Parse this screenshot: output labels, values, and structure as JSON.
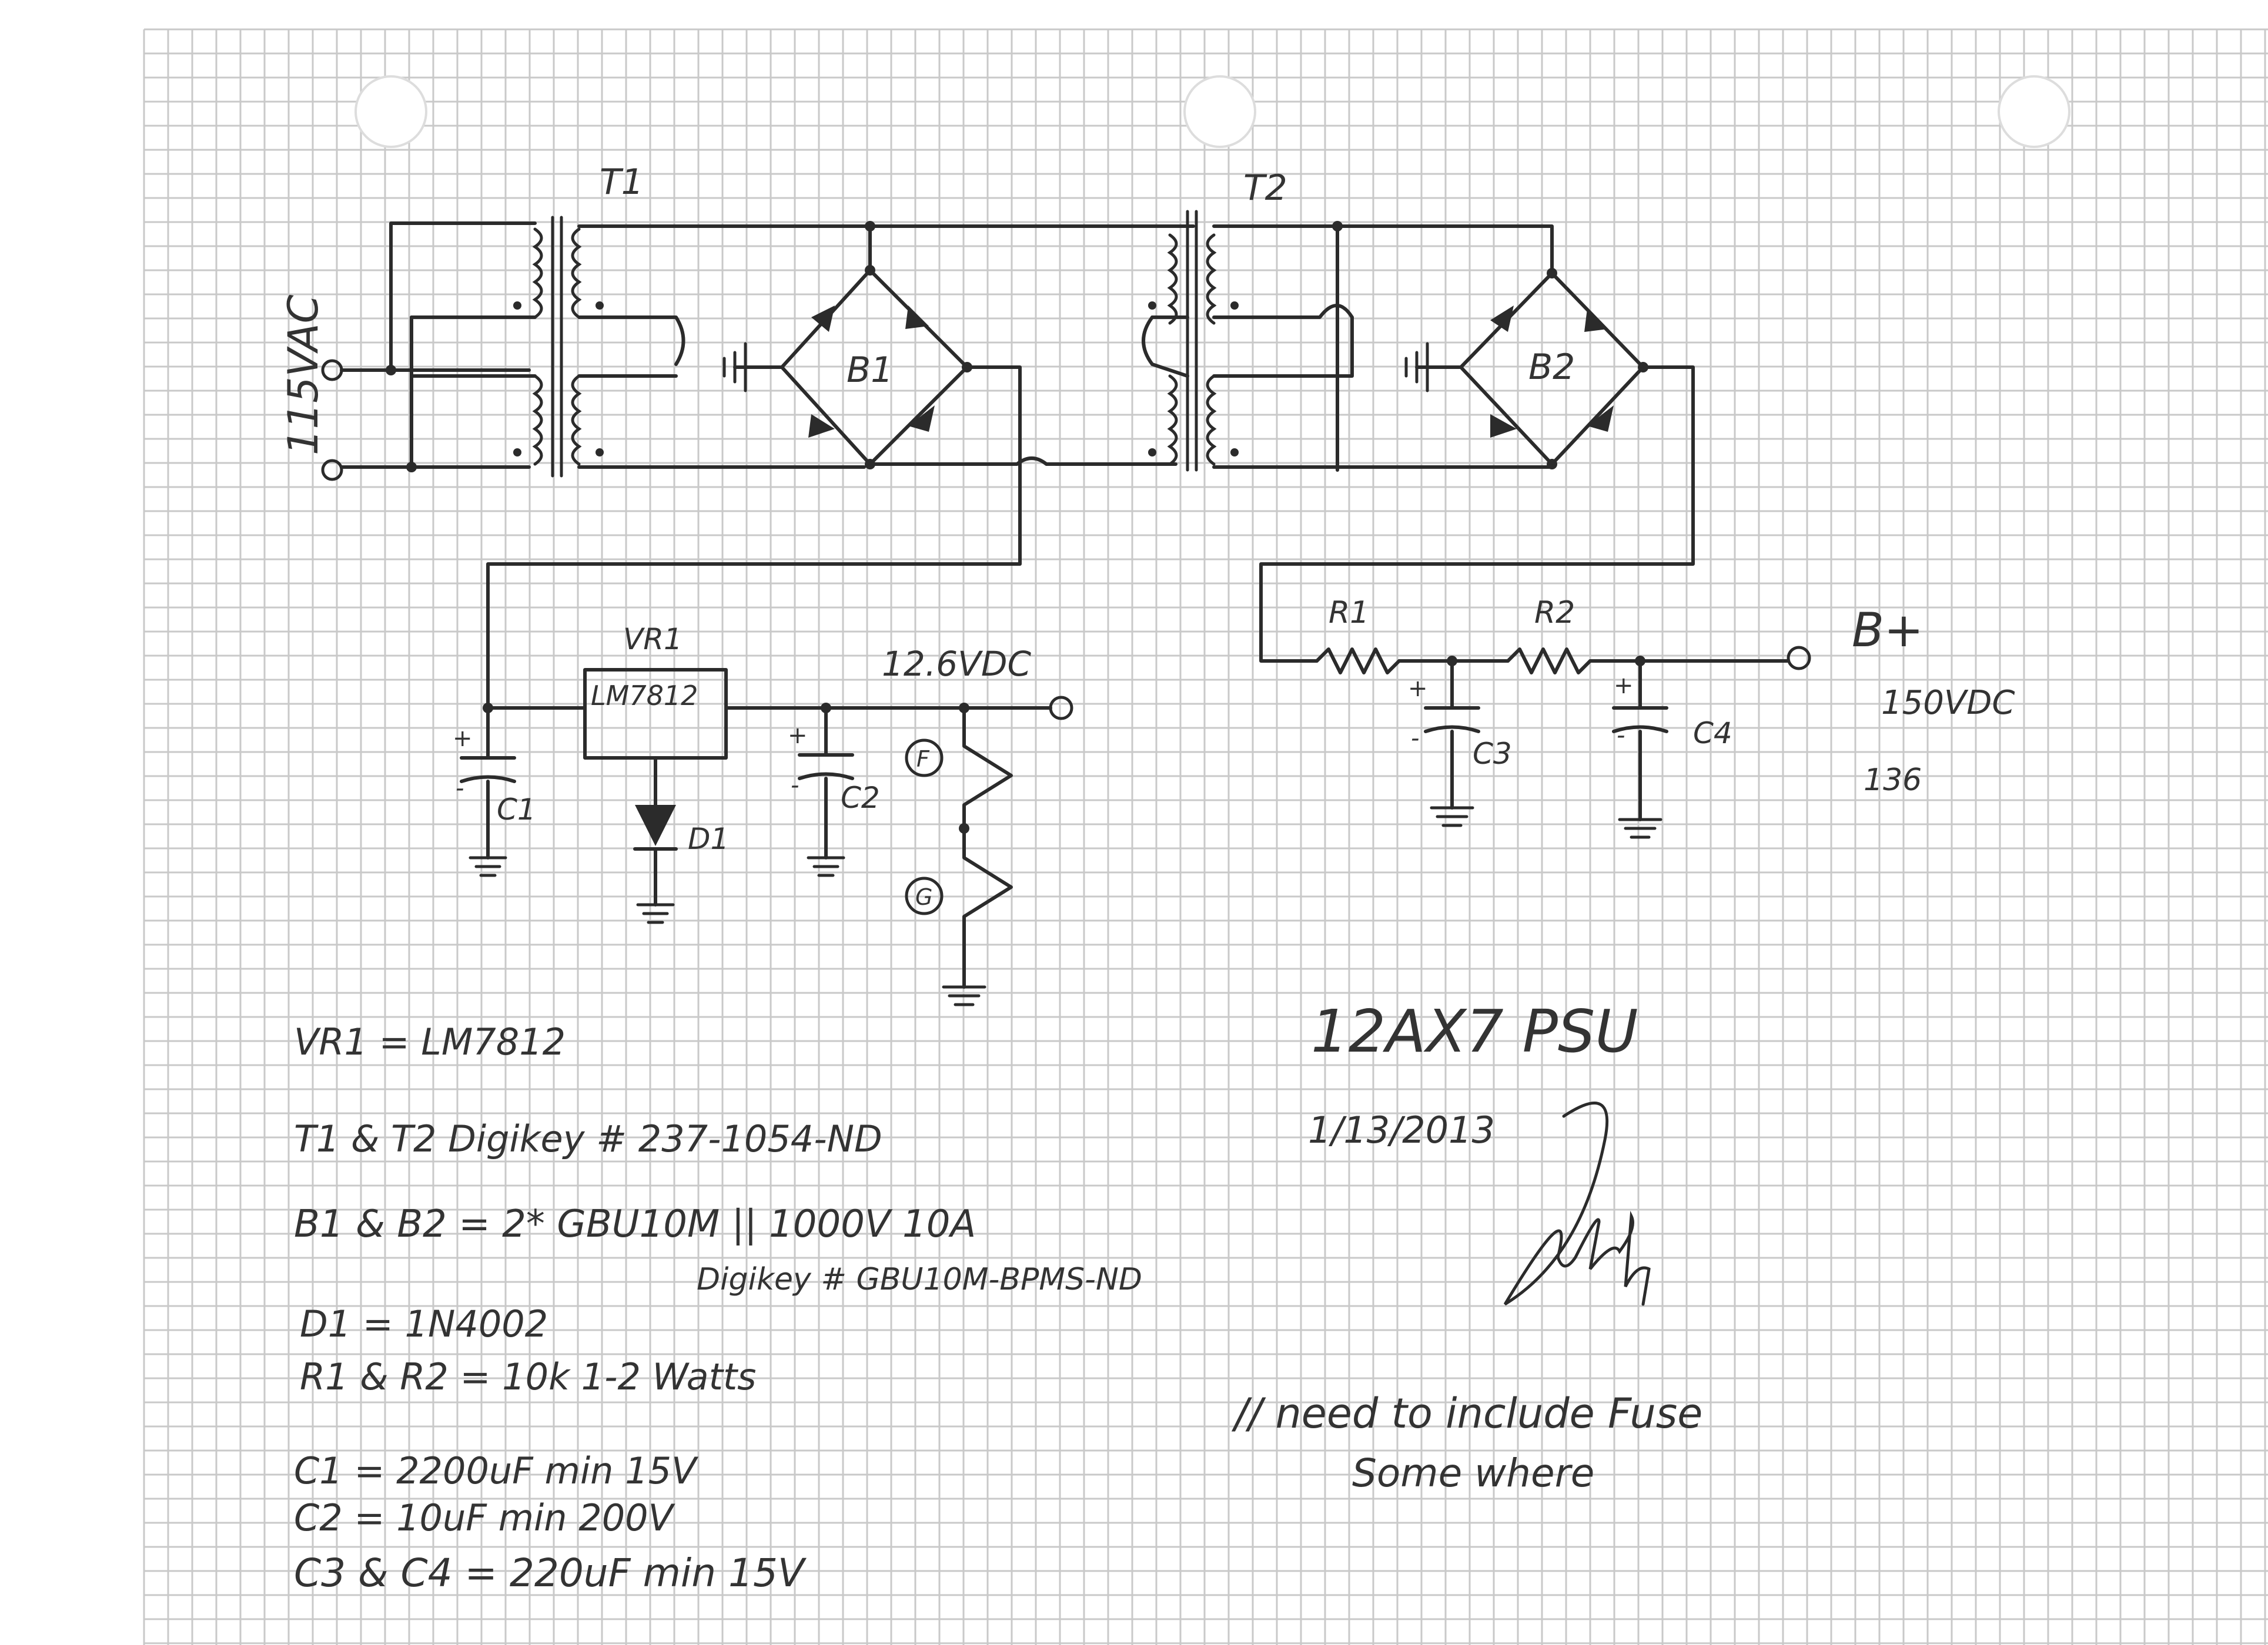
{
  "schematic": {
    "labels": {
      "t1": "T1",
      "t2": "T2",
      "b1": "B1",
      "b2": "B2",
      "ac_in": "115VAC",
      "vr1": "VR1",
      "vr1_part": "LM7812",
      "out_12v": "12.6VDC",
      "d1": "D1",
      "c1": "C1",
      "c2": "C2",
      "c3": "C3",
      "c4": "C4",
      "r1": "R1",
      "r2": "R2",
      "bplus": "B+",
      "bplus_volts": "150VDC",
      "note_136": "136",
      "heater_f": "F",
      "heater_g": "G"
    }
  },
  "title_block": {
    "title": "12AX7 PSU",
    "date": "1/13/2013"
  },
  "notes": {
    "bom": [
      "VR1 = LM7812",
      "T1 & T2   Digikey # 237-1054-ND",
      "B1 & B2 =   2* GBU10M  || 1000V 10A",
      "Digikey # GBU10M-BPMS-ND",
      "D1 = 1N4002",
      "R1 & R2 = 10k    1-2 Watts",
      "C1 = 2200uF      min 15V",
      "C2 = 10uF         min 200V",
      "C3 & C4 = 220uF   min 15V"
    ],
    "todo_line1": "// need to include Fuse",
    "todo_line2": "Some where"
  },
  "colors": {
    "ink": "#2b2b2b",
    "grid": "#c9c9c9",
    "paper": "#ffffff"
  }
}
